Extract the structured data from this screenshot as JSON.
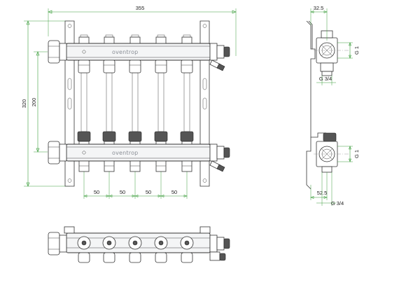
{
  "front_view": {
    "brand_top": "oventrop",
    "brand_bottom": "oventrop",
    "dim_width": "355",
    "dim_height_outer": "320",
    "dim_height_inner": "200",
    "dim_pitch": [
      "50",
      "50",
      "50",
      "50"
    ]
  },
  "side_view": {
    "dim_top_offset": "32.5",
    "dim_bottom_offset": "52.5",
    "thread_top": "G 1",
    "thread_bottom": "G 1",
    "outlet_top": "G 3/4",
    "outlet_bottom": "G 3/4"
  },
  "colors": {
    "dimension_lines": "#3c9e3c",
    "outline": "#333333",
    "logo": "#8a8f96"
  }
}
